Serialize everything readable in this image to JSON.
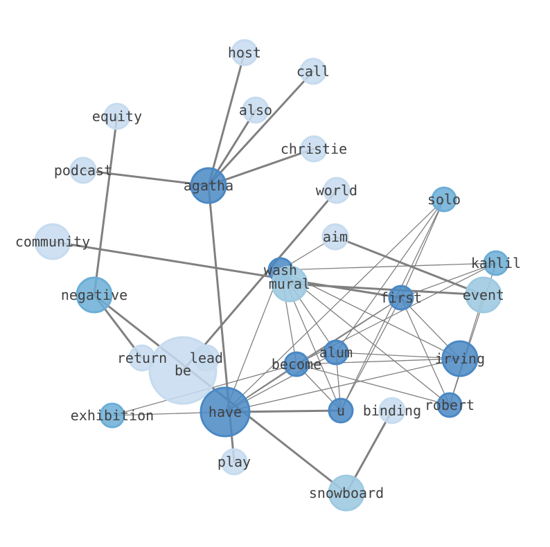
{
  "colors": {
    "background": "#ffffff",
    "edge": "#808080",
    "label": "#404040",
    "node_light": "#c6dbef",
    "node_mid": "#9ecae1",
    "node_medium": "#6baed6",
    "node_dark": "#4a88c4"
  },
  "nodes": [
    {
      "id": "host",
      "label": "host",
      "shade": "light"
    },
    {
      "id": "call",
      "label": "call",
      "shade": "light"
    },
    {
      "id": "also",
      "label": "also",
      "shade": "light"
    },
    {
      "id": "equity",
      "label": "equity",
      "shade": "light"
    },
    {
      "id": "christie",
      "label": "christie",
      "shade": "light"
    },
    {
      "id": "podcast",
      "label": "podcast",
      "shade": "light"
    },
    {
      "id": "agatha",
      "label": "agatha",
      "shade": "dark"
    },
    {
      "id": "world",
      "label": "world",
      "shade": "light"
    },
    {
      "id": "solo",
      "label": "solo",
      "shade": "medium"
    },
    {
      "id": "community",
      "label": "community",
      "shade": "light"
    },
    {
      "id": "aim",
      "label": "aim",
      "shade": "light"
    },
    {
      "id": "kahlil",
      "label": "kahlil",
      "shade": "medium"
    },
    {
      "id": "wash",
      "label": "wash",
      "shade": "dark"
    },
    {
      "id": "mural",
      "label": "mural",
      "shade": "mid"
    },
    {
      "id": "negative",
      "label": "negative",
      "shade": "medium"
    },
    {
      "id": "first",
      "label": "first",
      "shade": "dark"
    },
    {
      "id": "event",
      "label": "event",
      "shade": "mid"
    },
    {
      "id": "alum",
      "label": "alum",
      "shade": "dark"
    },
    {
      "id": "return",
      "label": "return",
      "shade": "light"
    },
    {
      "id": "lead",
      "label": "lead",
      "shade": "light"
    },
    {
      "id": "irving",
      "label": "irving",
      "shade": "dark"
    },
    {
      "id": "become",
      "label": "become",
      "shade": "dark"
    },
    {
      "id": "be",
      "label": "be",
      "shade": "light"
    },
    {
      "id": "robert",
      "label": "robert",
      "shade": "dark"
    },
    {
      "id": "u",
      "label": "u",
      "shade": "dark"
    },
    {
      "id": "binding",
      "label": "binding",
      "shade": "light"
    },
    {
      "id": "have",
      "label": "have",
      "shade": "dark"
    },
    {
      "id": "exhibition",
      "label": "exhibition",
      "shade": "medium"
    },
    {
      "id": "play",
      "label": "play",
      "shade": "light"
    },
    {
      "id": "snowboard",
      "label": "snowboard",
      "shade": "mid"
    }
  ],
  "edges": [
    {
      "source": "agatha",
      "target": "host",
      "weight": "heavy"
    },
    {
      "source": "agatha",
      "target": "call",
      "weight": "heavy"
    },
    {
      "source": "agatha",
      "target": "also",
      "weight": "heavy"
    },
    {
      "source": "agatha",
      "target": "christie",
      "weight": "heavy"
    },
    {
      "source": "agatha",
      "target": "podcast",
      "weight": "heavy"
    },
    {
      "source": "agatha",
      "target": "play",
      "weight": "heavy"
    },
    {
      "source": "equity",
      "target": "negative",
      "weight": "heavy"
    },
    {
      "source": "negative",
      "target": "return",
      "weight": "heavy"
    },
    {
      "source": "negative",
      "target": "snowboard",
      "weight": "heavy"
    },
    {
      "source": "community",
      "target": "first",
      "weight": "heavy"
    },
    {
      "source": "world",
      "target": "be",
      "weight": "heavy"
    },
    {
      "source": "aim",
      "target": "event",
      "weight": "heavy"
    },
    {
      "source": "mural",
      "target": "event",
      "weight": "heavy"
    },
    {
      "source": "have",
      "target": "u",
      "weight": "heavy"
    },
    {
      "source": "binding",
      "target": "snowboard",
      "weight": "heavy"
    },
    {
      "source": "wash",
      "target": "aim",
      "weight": "light"
    },
    {
      "source": "wash",
      "target": "kahlil",
      "weight": "light"
    },
    {
      "source": "wash",
      "target": "have",
      "weight": "light"
    },
    {
      "source": "wash",
      "target": "become",
      "weight": "light"
    },
    {
      "source": "wash",
      "target": "alum",
      "weight": "light"
    },
    {
      "source": "wash",
      "target": "irving",
      "weight": "light"
    },
    {
      "source": "wash",
      "target": "robert",
      "weight": "light"
    },
    {
      "source": "wash",
      "target": "u",
      "weight": "light"
    },
    {
      "source": "solo",
      "target": "alum",
      "weight": "light"
    },
    {
      "source": "solo",
      "target": "u",
      "weight": "light"
    },
    {
      "source": "solo",
      "target": "first",
      "weight": "light"
    },
    {
      "source": "solo",
      "target": "have",
      "weight": "light"
    },
    {
      "source": "kahlil",
      "target": "first",
      "weight": "light"
    },
    {
      "source": "kahlil",
      "target": "robert",
      "weight": "light"
    },
    {
      "source": "kahlil",
      "target": "become",
      "weight": "light"
    },
    {
      "source": "first",
      "target": "become",
      "weight": "light"
    },
    {
      "source": "first",
      "target": "irving",
      "weight": "light"
    },
    {
      "source": "first",
      "target": "robert",
      "weight": "light"
    },
    {
      "source": "first",
      "target": "u",
      "weight": "light"
    },
    {
      "source": "first",
      "target": "have",
      "weight": "light"
    },
    {
      "source": "event",
      "target": "robert",
      "weight": "light"
    },
    {
      "source": "alum",
      "target": "irving",
      "weight": "light"
    },
    {
      "source": "alum",
      "target": "u",
      "weight": "light"
    },
    {
      "source": "alum",
      "target": "have",
      "weight": "light"
    },
    {
      "source": "become",
      "target": "irving",
      "weight": "light"
    },
    {
      "source": "become",
      "target": "robert",
      "weight": "light"
    },
    {
      "source": "become",
      "target": "u",
      "weight": "light"
    },
    {
      "source": "become",
      "target": "have",
      "weight": "light"
    },
    {
      "source": "become",
      "target": "exhibition",
      "weight": "light"
    },
    {
      "source": "have",
      "target": "exhibition",
      "weight": "light"
    },
    {
      "source": "have",
      "target": "irving",
      "weight": "light"
    }
  ]
}
